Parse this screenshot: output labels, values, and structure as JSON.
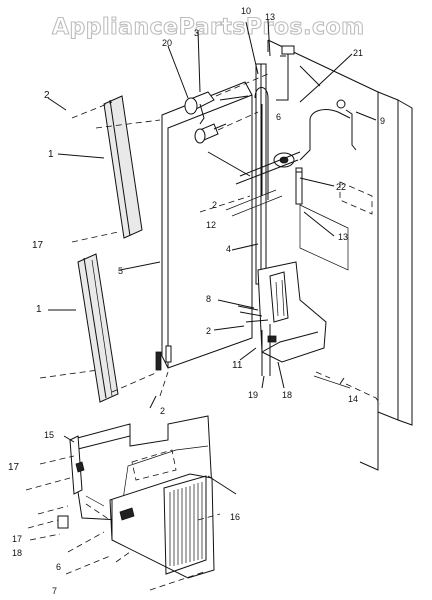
{
  "watermark": "AppliancePartsPros.com",
  "callouts": {
    "c10": "10",
    "c13a": "13",
    "c20": "20",
    "c3": "3",
    "c2a": "2",
    "c21": "21",
    "c6": "6",
    "c9": "9",
    "c1a": "1",
    "c2b": "2",
    "c22": "22",
    "c12": "12",
    "c13b": "13",
    "c4": "4",
    "c17a": "17",
    "c5": "5",
    "c1b": "1",
    "c8": "8",
    "c2c": "2",
    "c11": "11",
    "c19": "19",
    "c18a": "18",
    "c14": "14",
    "c2d": "2",
    "c15": "15",
    "c17b": "17",
    "c16": "16",
    "c17c": "17",
    "c18b": "18",
    "c6b": "6",
    "c7": "7"
  }
}
